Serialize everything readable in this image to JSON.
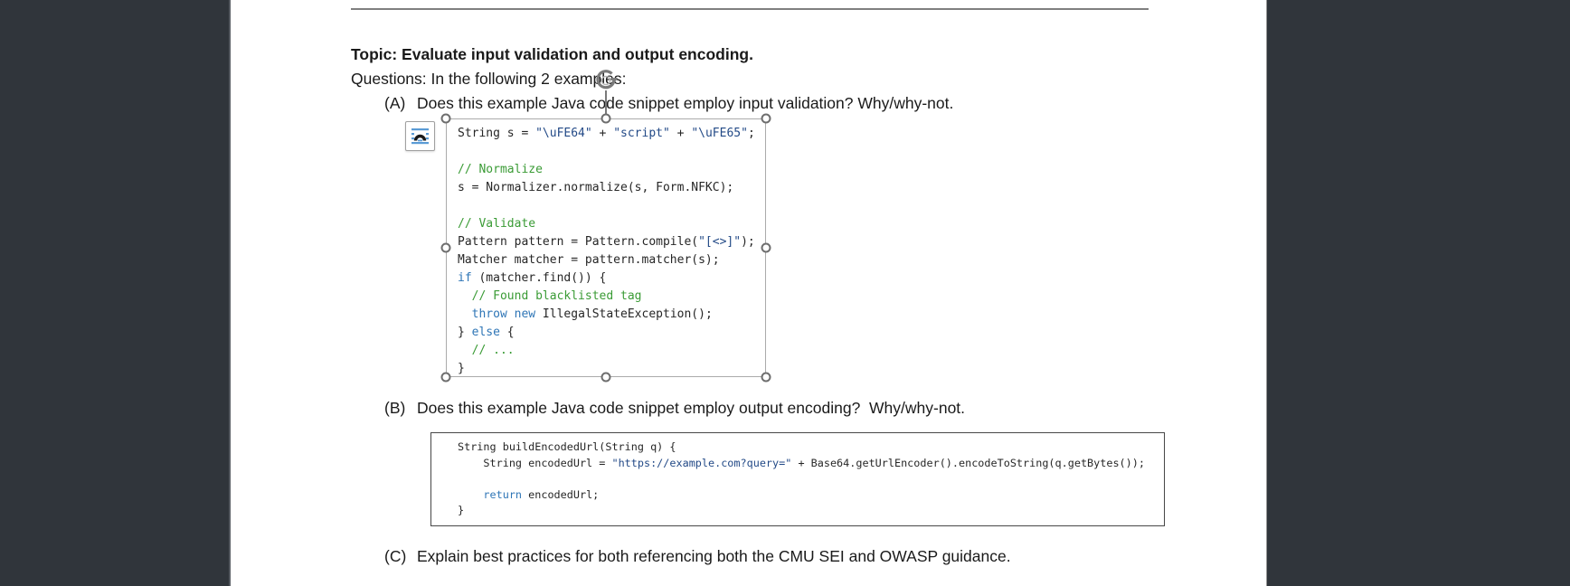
{
  "colors": {
    "canvas": "#30353B",
    "body": "#1a1a1a",
    "code": "#262626",
    "string": "#234A87",
    "keyword": "#2E75B6",
    "comment": "#3A9B35",
    "rule": "#7f7f7f",
    "handle": "#6e6e6e",
    "wrap_icon_blue": "#5B9BD5"
  },
  "document": {
    "topic": "Topic: Evaluate input validation and output encoding.",
    "questions": "Questions: In the following 2 examples:",
    "items": [
      {
        "label": "(A)",
        "text": "Does this example Java code snippet employ input validation? Why/why-not."
      },
      {
        "label": "(B)",
        "text": "Does this example Java code snippet employ output encoding?  Why/why-not."
      },
      {
        "label": "(C)",
        "text": "Explain best practices for both referencing both the CMU SEI and OWASP guidance."
      }
    ]
  },
  "icons": {
    "rotate_handle": "rotate-arrow-handle",
    "layout_options": "text-wrap-arch-icon"
  },
  "code_block_a": {
    "lines": [
      [
        {
          "t": "String s = ",
          "c": "p"
        },
        {
          "t": "\"\\uFE64\"",
          "c": "s"
        },
        {
          "t": " + ",
          "c": "p"
        },
        {
          "t": "\"script\"",
          "c": "s"
        },
        {
          "t": " + ",
          "c": "p"
        },
        {
          "t": "\"\\uFE65\"",
          "c": "s"
        },
        {
          "t": ";",
          "c": "p"
        }
      ],
      [],
      [
        {
          "t": "// Normalize",
          "c": "c"
        }
      ],
      [
        {
          "t": "s = Normalizer.normalize(s, Form.NFKC);",
          "c": "p"
        }
      ],
      [],
      [
        {
          "t": "// Validate",
          "c": "c"
        }
      ],
      [
        {
          "t": "Pattern pattern = Pattern.compile(",
          "c": "p"
        },
        {
          "t": "\"[<>]\"",
          "c": "s"
        },
        {
          "t": ");",
          "c": "p"
        }
      ],
      [
        {
          "t": "Matcher matcher = pattern.matcher(s);",
          "c": "p"
        }
      ],
      [
        {
          "t": "if",
          "c": "k"
        },
        {
          "t": " (matcher.find()) {",
          "c": "p"
        }
      ],
      [
        {
          "t": "  ",
          "c": "p"
        },
        {
          "t": "// Found blacklisted tag",
          "c": "c"
        }
      ],
      [
        {
          "t": "  ",
          "c": "p"
        },
        {
          "t": "throw",
          "c": "k"
        },
        {
          "t": " ",
          "c": "p"
        },
        {
          "t": "new",
          "c": "k"
        },
        {
          "t": " IllegalStateException();",
          "c": "p"
        }
      ],
      [
        {
          "t": "} ",
          "c": "p"
        },
        {
          "t": "else",
          "c": "k"
        },
        {
          "t": " {",
          "c": "p"
        }
      ],
      [
        {
          "t": "  ",
          "c": "p"
        },
        {
          "t": "// ...",
          "c": "c"
        }
      ],
      [
        {
          "t": "}",
          "c": "p"
        }
      ]
    ]
  },
  "code_block_b": {
    "lines": [
      [
        {
          "t": "String buildEncodedUrl(String q) {",
          "c": "p"
        }
      ],
      [
        {
          "t": "    String encodedUrl = ",
          "c": "p"
        },
        {
          "t": "\"https://example.com?query=\"",
          "c": "s"
        },
        {
          "t": " + Base64.getUrlEncoder().encodeToString(q.getBytes());",
          "c": "p"
        }
      ],
      [],
      [
        {
          "t": "    ",
          "c": "p"
        },
        {
          "t": "return",
          "c": "k"
        },
        {
          "t": " encodedUrl;",
          "c": "p"
        }
      ],
      [
        {
          "t": "}",
          "c": "p"
        }
      ]
    ]
  }
}
